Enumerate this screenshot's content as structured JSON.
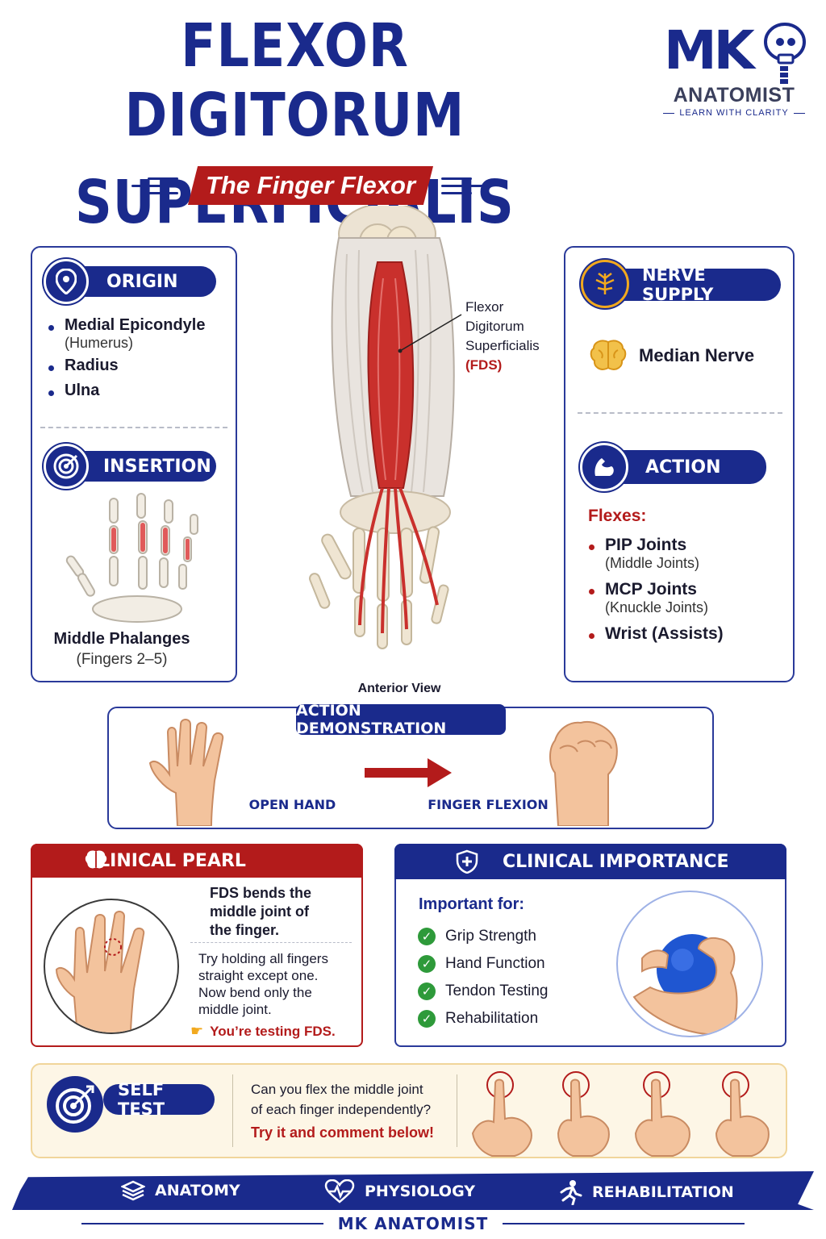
{
  "title": {
    "line1": "FLEXOR DIGITORUM",
    "line2": "SUPERFICIALIS",
    "subtitle": "The Finger Flexor"
  },
  "logo": {
    "mark": "MK",
    "name": "ANATOMIST",
    "tagline": "LEARN WITH CLARITY"
  },
  "origin": {
    "heading": "ORIGIN",
    "icon": "map-pin-icon",
    "items": [
      {
        "label": "Medial Epicondyle",
        "sub": "(Humerus)"
      },
      {
        "label": "Radius",
        "sub": ""
      },
      {
        "label": "Ulna",
        "sub": ""
      }
    ]
  },
  "insertion": {
    "heading": "INSERTION",
    "icon": "target-icon",
    "label": "Middle Phalanges",
    "sub": "(Fingers 2–5)"
  },
  "center": {
    "muscle_label": [
      "Flexor",
      "Digitorum",
      "Superficialis",
      "(FDS)"
    ],
    "view_label": "Anterior View"
  },
  "nerve": {
    "heading": "NERVE SUPPLY",
    "icon": "nerve-icon",
    "value": "Median Nerve",
    "value_icon": "brain-icon"
  },
  "action": {
    "heading": "ACTION",
    "icon": "flexed-arm-icon",
    "lead": "Flexes:",
    "items": [
      {
        "label": "PIP Joints",
        "sub": "(Middle Joints)"
      },
      {
        "label": "MCP Joints",
        "sub": "(Knuckle Joints)"
      },
      {
        "label": "Wrist (Assists)",
        "sub": ""
      }
    ]
  },
  "demo": {
    "heading": "ACTION DEMONSTRATION",
    "left_label": "OPEN HAND",
    "right_label": "FINGER FLEXION"
  },
  "pearl": {
    "heading": "CLINICAL PEARL",
    "icon": "brain-icon",
    "text1": [
      "FDS bends the",
      "middle joint of",
      "the finger."
    ],
    "text2": [
      "Try holding all fingers",
      "straight except one.",
      "Now bend only the",
      "middle joint."
    ],
    "cta": "You’re testing FDS.",
    "cta_icon": "pointing-hand-icon"
  },
  "importance": {
    "heading": "CLINICAL IMPORTANCE",
    "icon": "shield-plus-icon",
    "lead": "Important for:",
    "items": [
      "Grip Strength",
      "Hand Function",
      "Tendon Testing",
      "Rehabilitation"
    ]
  },
  "selftest": {
    "heading": "SELF TEST",
    "icon": "target-arrow-icon",
    "question": [
      "Can you flex the middle joint",
      "of each finger independently?"
    ],
    "cta": "Try it and comment below!"
  },
  "footer": {
    "items": [
      {
        "label": "ANATOMY",
        "icon": "layers-icon"
      },
      {
        "label": "PHYSIOLOGY",
        "icon": "heartbeat-icon"
      },
      {
        "label": "REHABILITATION",
        "icon": "running-person-icon"
      }
    ],
    "brand": "MK ANATOMIST"
  },
  "colors": {
    "navy": "#1a2a8c",
    "red": "#b31b1b",
    "gold": "#f2a91e",
    "check_green": "#2e9a3a"
  }
}
